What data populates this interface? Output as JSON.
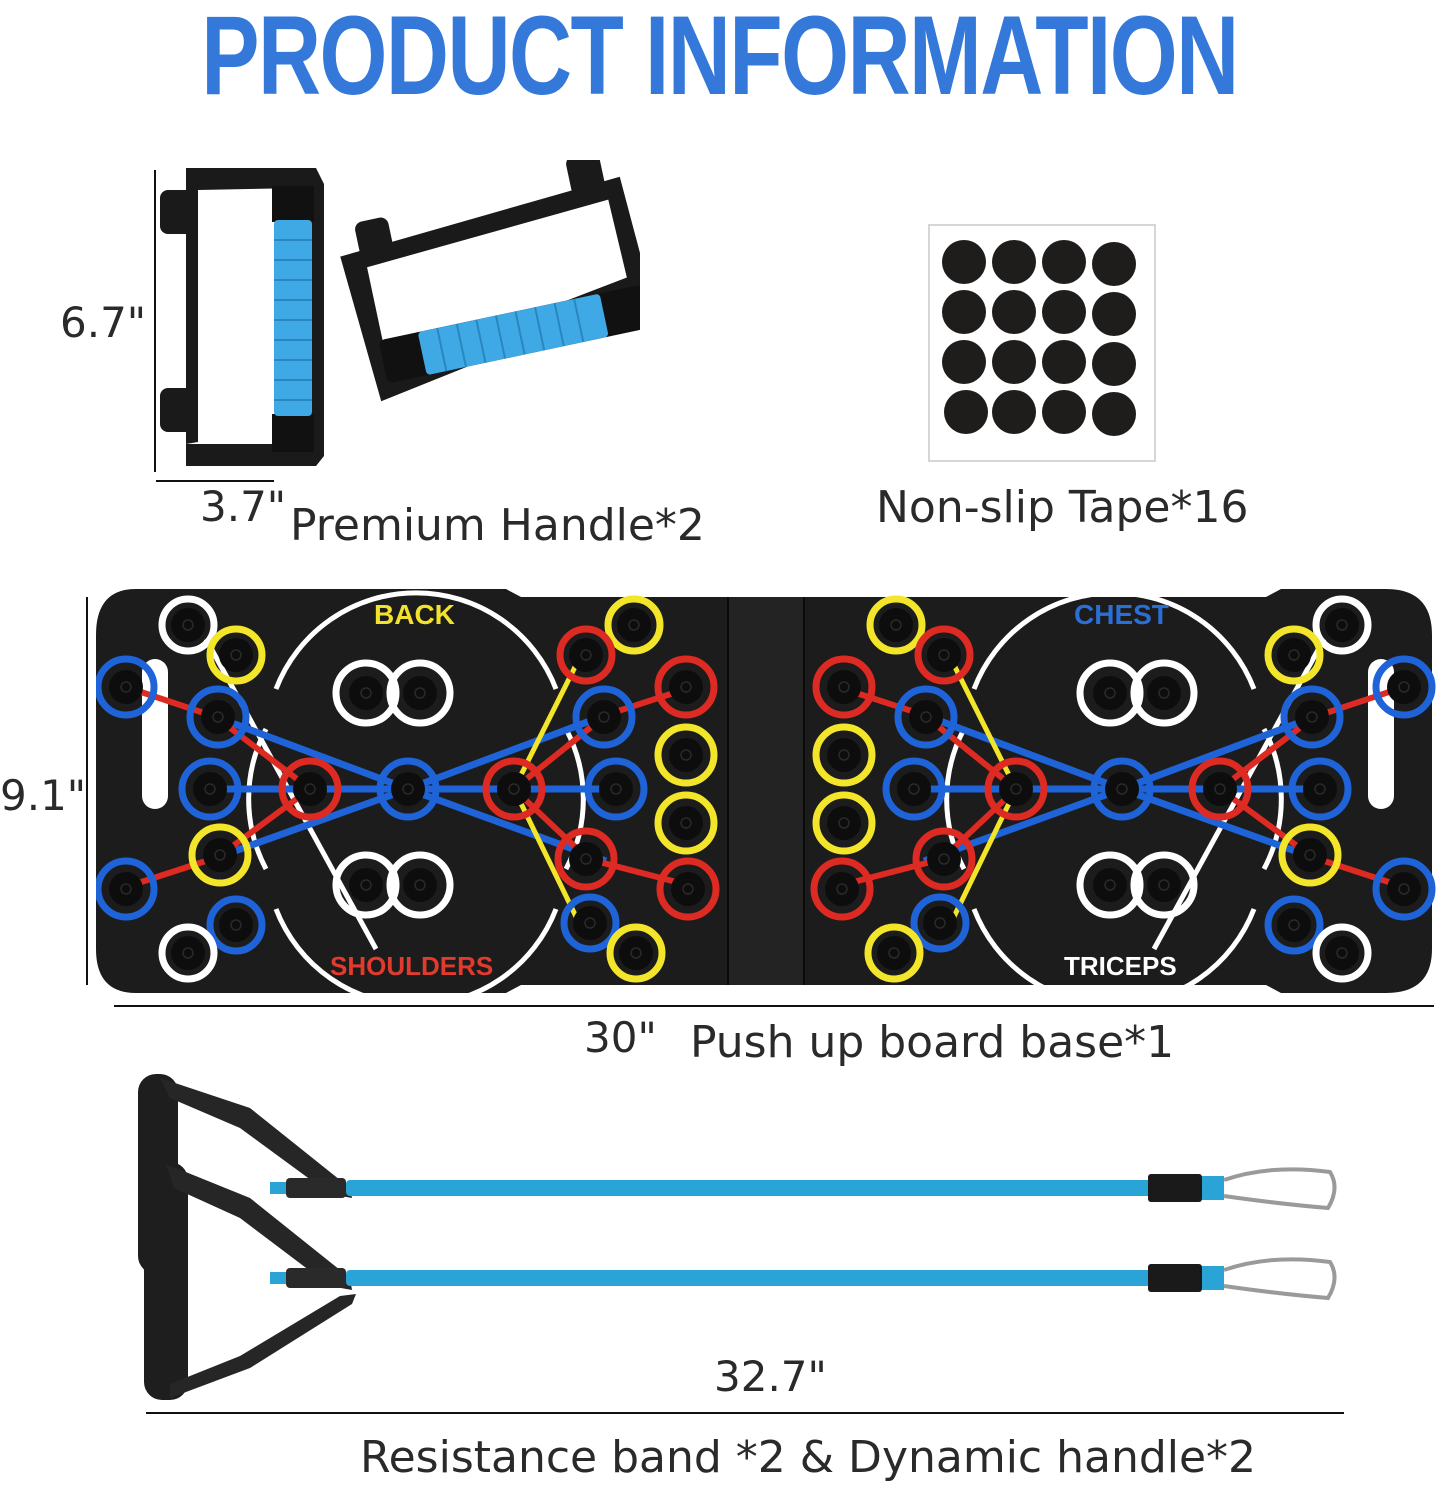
{
  "header": {
    "title": "PRODUCT INFORMATION",
    "title_color": "#3478d9"
  },
  "items": {
    "premium_handle": {
      "label": "Premium  Handle*2",
      "height_dim": "6.7\"",
      "width_dim": "3.7\"",
      "grip_color": "#3fa9e6",
      "frame_color": "#1a1a1a"
    },
    "non_slip_tape": {
      "label": "Non-slip Tape*16",
      "rows": 4,
      "cols": 4,
      "count": 16,
      "dot_color": "#1f1c1c"
    },
    "push_up_board": {
      "label": "Push up board base*1",
      "height_dim": "9.1\"",
      "length_dim": "30\"",
      "board_color": "#1c1c1c",
      "panels": [
        {
          "top_label": "BACK",
          "top_label_color": "#f2e22e",
          "bottom_label": "SHOULDERS",
          "bottom_label_color": "#e23b2e"
        },
        {
          "top_label": "CHEST",
          "top_label_color": "#2a6fd6",
          "bottom_label": "TRICEPS",
          "bottom_label_color": "#ffffff"
        }
      ],
      "ring_colors": {
        "blue": "#1f63d8",
        "red": "#dd2a22",
        "yellow": "#f3e62a",
        "white": "#ffffff"
      }
    },
    "resistance_band": {
      "label": "Resistance band *2  & Dynamic handle*2",
      "length_dim": "32.7\"",
      "band_color": "#2aa3d6",
      "handle_color": "#1e1e1e"
    }
  }
}
